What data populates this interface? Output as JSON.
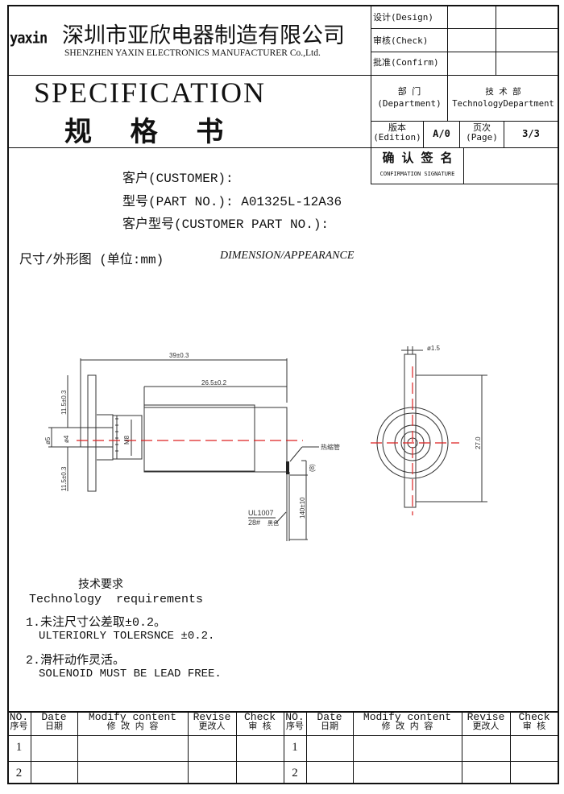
{
  "header": {
    "logo": "yaxin",
    "company_cn": "深圳市亚欣电器制造有限公司",
    "company_en": "SHENZHEN YAXIN ELECTRONICS MANUFACTURER Co.,Ltd.",
    "title_en": "SPECIFICATION",
    "title_cn": "规  格  书",
    "design": "设计(Design)",
    "check": "审核(Check)",
    "confirm": "批准(Confirm)",
    "dept_cn": "部  门",
    "dept_en": "(Department)",
    "dept_value_cn": "技 术 部",
    "dept_value_en": "TechnologyDepartment",
    "edition_cn": "版本",
    "edition_en": "(Edition)",
    "edition_value": "A/0",
    "page_cn": "页次",
    "page_en": "(Page)",
    "page_value": "3/3",
    "confirm_sig_cn": "确 认 签 名",
    "confirm_sig_en": "CONFIRMATION SIGNATURE"
  },
  "info": {
    "customer": "客户(CUSTOMER):",
    "part_no": "型号(PART NO.): A01325L-12A36",
    "customer_part_no": "客户型号(CUSTOMER PART NO.):"
  },
  "dimension": {
    "label_cn": "尺寸/外形图 (单位:mm)",
    "label_en": "DIMENSION/APPEARANCE",
    "dims": {
      "overall": "39±0.3",
      "body": "26.5±0.2",
      "upper": "11.5±0.3",
      "lower": "11.5±0.3",
      "d5": "ø5",
      "d4": "ø4",
      "m8": "M8",
      "sleeve": "热缩管",
      "sleeve_len": "(8)",
      "wire_len": "140±10",
      "wire_type": "UL1007",
      "wire_gauge": "28#",
      "wire_color": "黑色",
      "d15": "ø1.5",
      "height": "27.0"
    }
  },
  "requirements": {
    "title_cn": "技术要求",
    "title_en": "Technology  requirements",
    "items": [
      {
        "cn": "1.未注尺寸公差取±0.2。",
        "en": "ULTERIORLY TOLERSNCE ±0.2."
      },
      {
        "cn": "2.滑杆动作灵活。",
        "en": "SOLENOID MUST BE LEAD FREE."
      }
    ]
  },
  "revision_table": {
    "headers": [
      {
        "en": "NO.",
        "cn": "序号"
      },
      {
        "en": "Date",
        "cn": "日期"
      },
      {
        "en": "Modify content",
        "cn": "修 改 内 容"
      },
      {
        "en": "Revise",
        "cn": "更改人"
      },
      {
        "en": "Check",
        "cn": "审  核"
      },
      {
        "en": "NO.",
        "cn": "序号"
      },
      {
        "en": "Date",
        "cn": "日期"
      },
      {
        "en": "Modify content",
        "cn": "修 改 内 容"
      },
      {
        "en": "Revise",
        "cn": "更改人"
      },
      {
        "en": "Check",
        "cn": "审  核"
      }
    ],
    "rows": [
      "1",
      "2"
    ]
  }
}
